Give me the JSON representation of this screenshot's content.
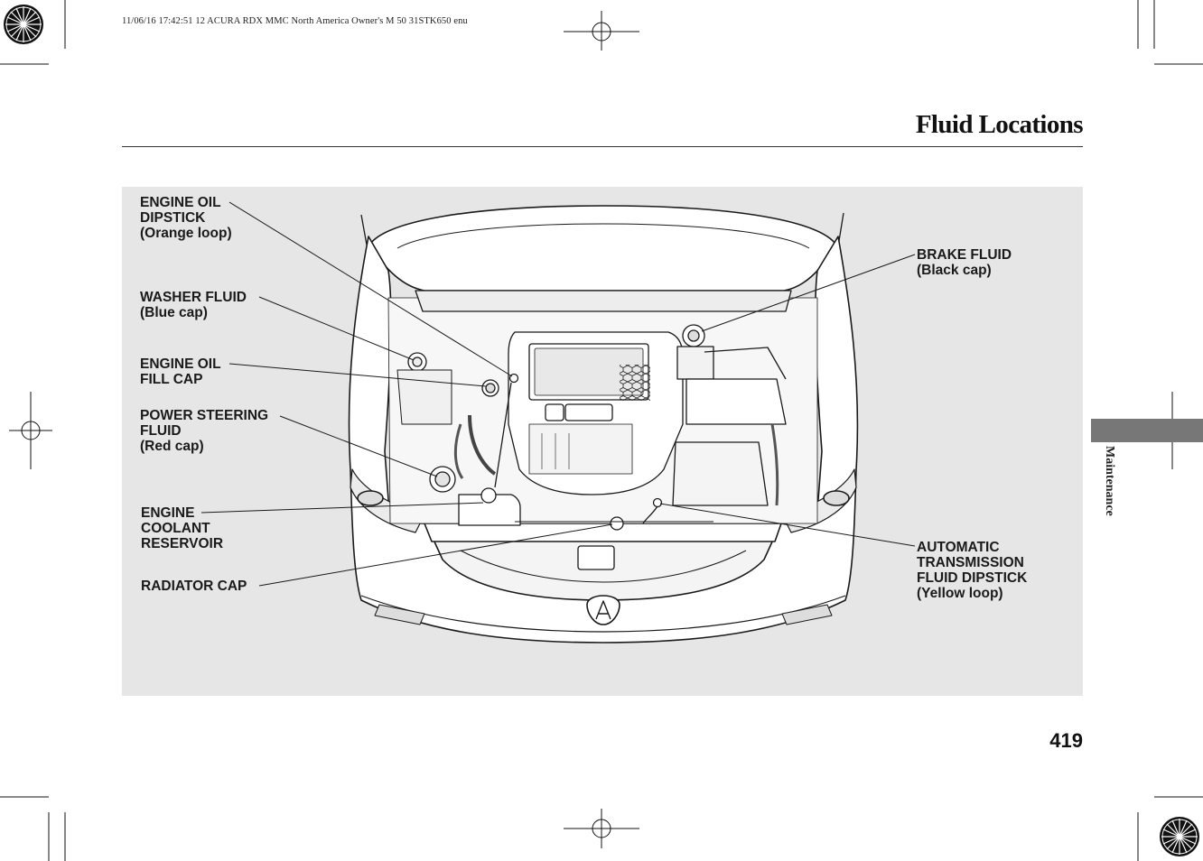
{
  "print_header": "11/06/16 17:42:51   12 ACURA RDX MMC North America Owner's M 50 31STK650 enu",
  "page_title": "Fluid Locations",
  "section_tab": "Maintenance",
  "page_number": "419",
  "callouts": {
    "engine_oil_dipstick": [
      "ENGINE OIL",
      "DIPSTICK",
      "(Orange loop)"
    ],
    "washer_fluid": [
      "WASHER FLUID",
      "(Blue cap)"
    ],
    "engine_oil_fill_cap": [
      "ENGINE OIL",
      "FILL CAP"
    ],
    "power_steering_fluid": [
      "POWER STEERING",
      "FLUID",
      "(Red cap)"
    ],
    "engine_coolant_reservoir": [
      "ENGINE",
      "COOLANT",
      "RESERVOIR"
    ],
    "radiator_cap": [
      "RADIATOR CAP"
    ],
    "brake_fluid": [
      "BRAKE FLUID",
      "(Black cap)"
    ],
    "automatic_transmission_fluid_dipstick": [
      "AUTOMATIC",
      "TRANSMISSION",
      "FLUID DIPSTICK",
      "(Yellow loop)"
    ]
  },
  "colors": {
    "panel": "#e6e6e6",
    "tab": "#777777",
    "ink": "#1a1a1a"
  }
}
